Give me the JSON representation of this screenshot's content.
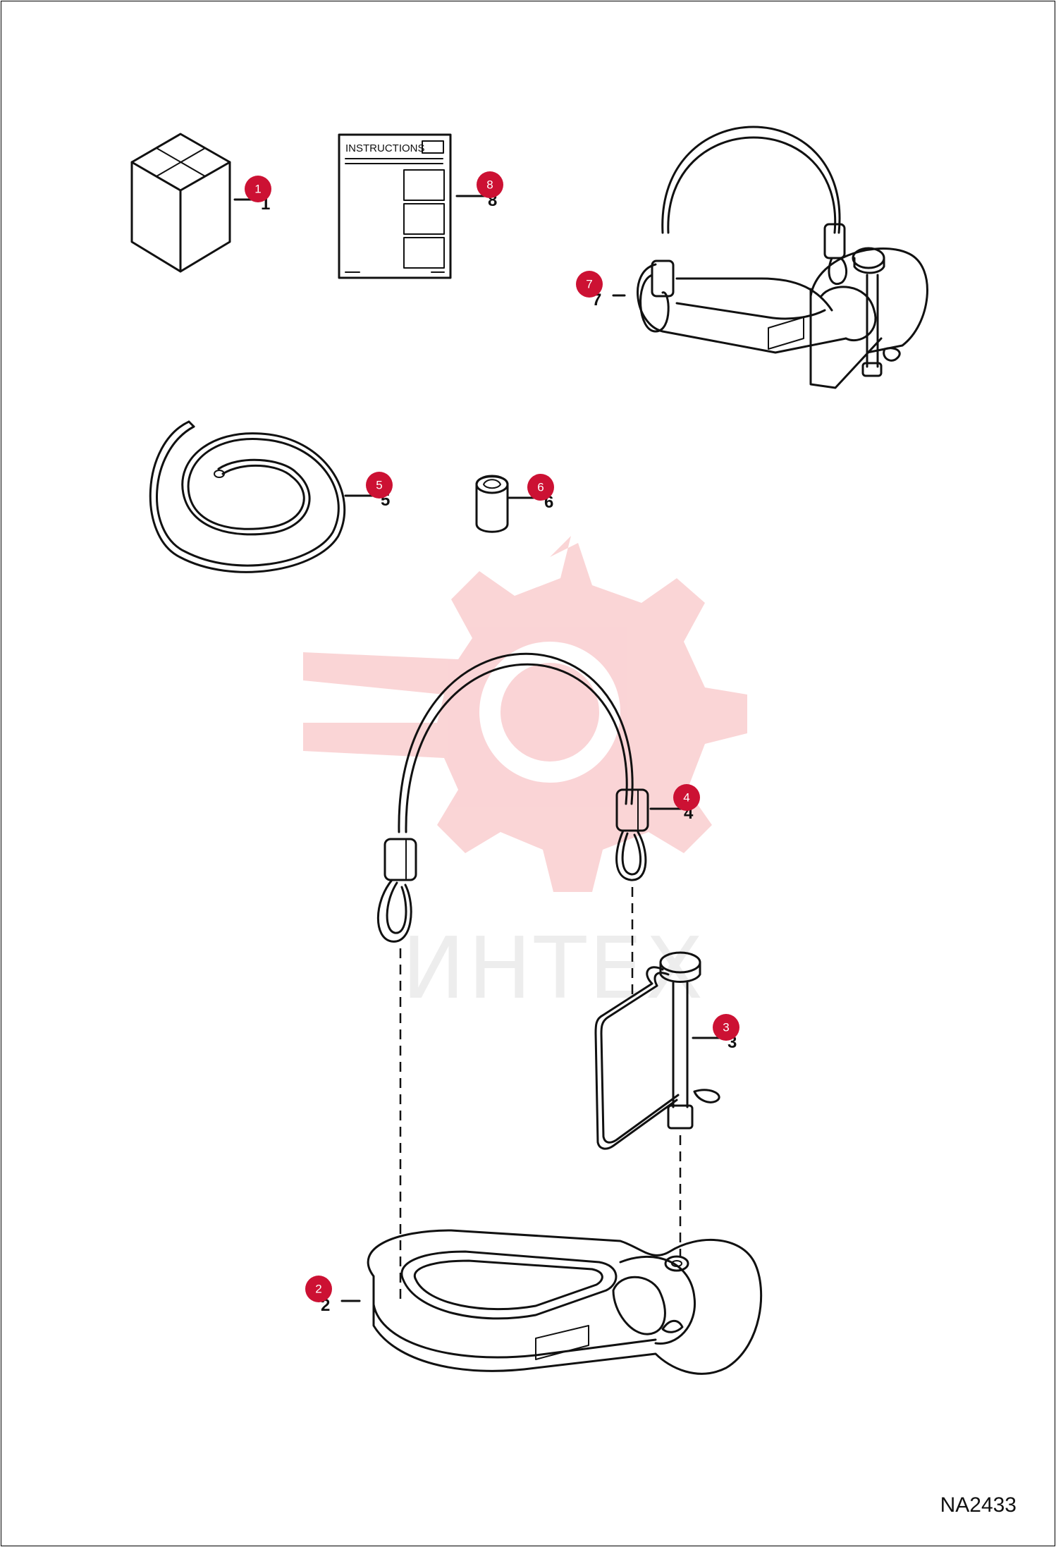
{
  "figure_id": "NA2433",
  "instructions_sheet": {
    "title": "INSTRUCTIONS"
  },
  "watermark": {
    "text": "ИНТЕХ",
    "color": "#f7b9bb"
  },
  "callouts": [
    {
      "number": "1",
      "part": "box"
    },
    {
      "number": "2",
      "part": "pin-holder"
    },
    {
      "number": "3",
      "part": "lynch-pin"
    },
    {
      "number": "4",
      "part": "cable"
    },
    {
      "number": "5",
      "part": "wire"
    },
    {
      "number": "6",
      "part": "ferrule"
    },
    {
      "number": "7",
      "part": "assembly"
    },
    {
      "number": "8",
      "part": "instructions"
    }
  ],
  "colors": {
    "badge": "#cc1133",
    "line": "#111111"
  }
}
